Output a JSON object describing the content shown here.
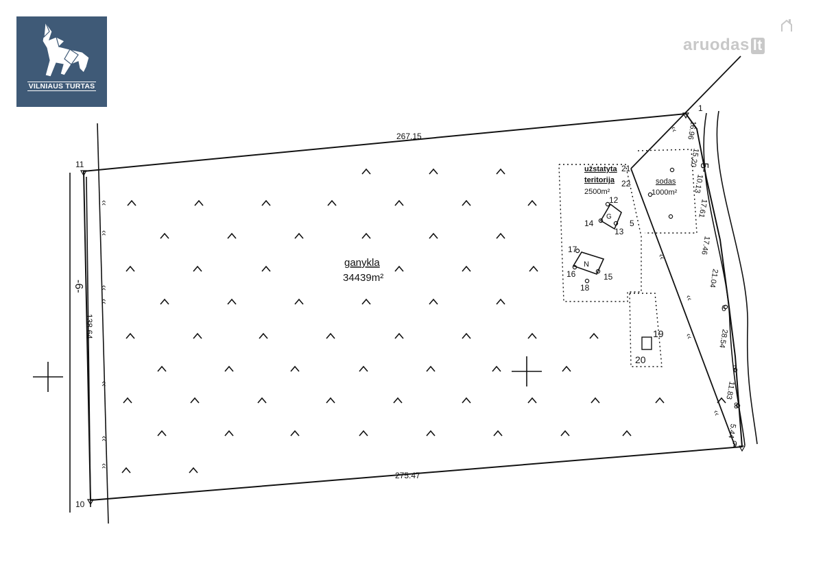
{
  "brand": {
    "logo_text": "VILNIAUS TURTAS",
    "logo_icon": "wolf-icon",
    "logo_bg": "#3f5a77"
  },
  "watermark": {
    "name": "aruodas",
    "tld": "lt",
    "icon": "house-chimney-icon"
  },
  "plan": {
    "side_lengths": {
      "top": "267.15",
      "bottom": "275.47",
      "left": "138.64"
    },
    "road_labels": {
      "left": "-6-",
      "right": "-5-"
    },
    "right_segments": [
      "16.96",
      "15.20",
      "10.13",
      "17.61",
      "17.46",
      "21.04",
      "28.54",
      "11.83",
      "5.44"
    ],
    "main_area": {
      "name": "ganykla",
      "area": "34439m²"
    },
    "yard_area": {
      "name_line1": "užstatyta",
      "name_line2": "teritorija",
      "area": "2500m²"
    },
    "garden_area": {
      "name": "sodas",
      "area": "1000m²"
    },
    "points": [
      {
        "label": "1"
      },
      {
        "label": "6"
      },
      {
        "label": "7"
      },
      {
        "label": "8"
      },
      {
        "label": "9"
      },
      {
        "label": "10"
      },
      {
        "label": "11"
      },
      {
        "label": "12"
      },
      {
        "label": "13"
      },
      {
        "label": "14"
      },
      {
        "label": "15"
      },
      {
        "label": "16"
      },
      {
        "label": "17"
      },
      {
        "label": "18"
      },
      {
        "label": "19"
      },
      {
        "label": "20"
      },
      {
        "label": "21"
      },
      {
        "label": "22"
      }
    ],
    "building_labels": {
      "barn": "G",
      "house": "N"
    },
    "point_label_5": "5"
  }
}
